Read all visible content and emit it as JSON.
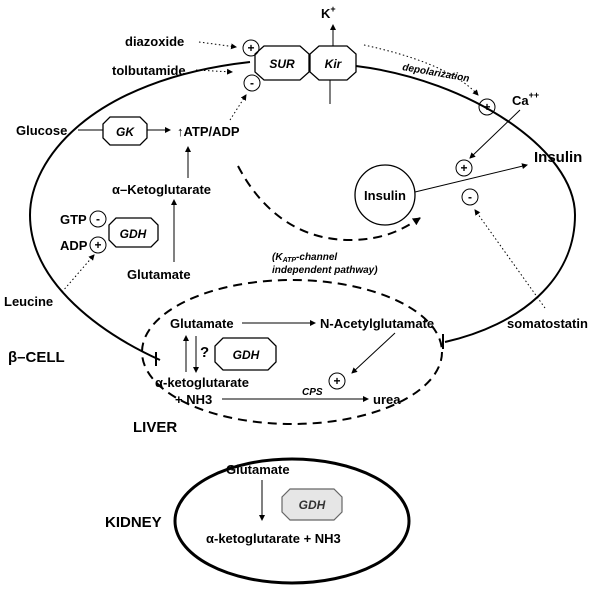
{
  "cell": {
    "label": "β–CELL",
    "channel": {
      "sur": "SUR",
      "kir": "Kir",
      "ion": "K",
      "ion_sup": "+"
    },
    "drugs": {
      "diazoxide": "diazoxide",
      "tolbutamide": "tolbutamide"
    },
    "depolarization": "depolarization",
    "calcium": {
      "label": "Ca",
      "sup": "++"
    },
    "glucose": "Glucose",
    "gk": "GK",
    "atp_adp": "↑ATP/ADP",
    "akg": "α–Ketoglutarate",
    "gtp": "GTP",
    "adp": "ADP",
    "gdh": "GDH",
    "glutamate": "Glutamate",
    "leucine": "Leucine",
    "insulin_vesicle": "Insulin",
    "insulin_out": "Insulin",
    "somatostatin": "somatostatin",
    "katp_note_line1": "(K",
    "katp_note_sub": "ATP",
    "katp_note_line1_rest": "-channel",
    "katp_note_line2": "independent pathway)"
  },
  "liver": {
    "label": "LIVER",
    "glutamate": "Glutamate",
    "nag": "N-Acetylglutamate",
    "question": "?",
    "gdh": "GDH",
    "akg": "α-ketoglutarate",
    "nh3": "+ NH3",
    "cps": "CPS",
    "urea": "urea"
  },
  "kidney": {
    "label": "KIDNEY",
    "glutamate": "Glutamate",
    "gdh": "GDH",
    "product": "α-ketoglutarate + NH3"
  },
  "signs": {
    "plus": "+",
    "minus": "-"
  }
}
